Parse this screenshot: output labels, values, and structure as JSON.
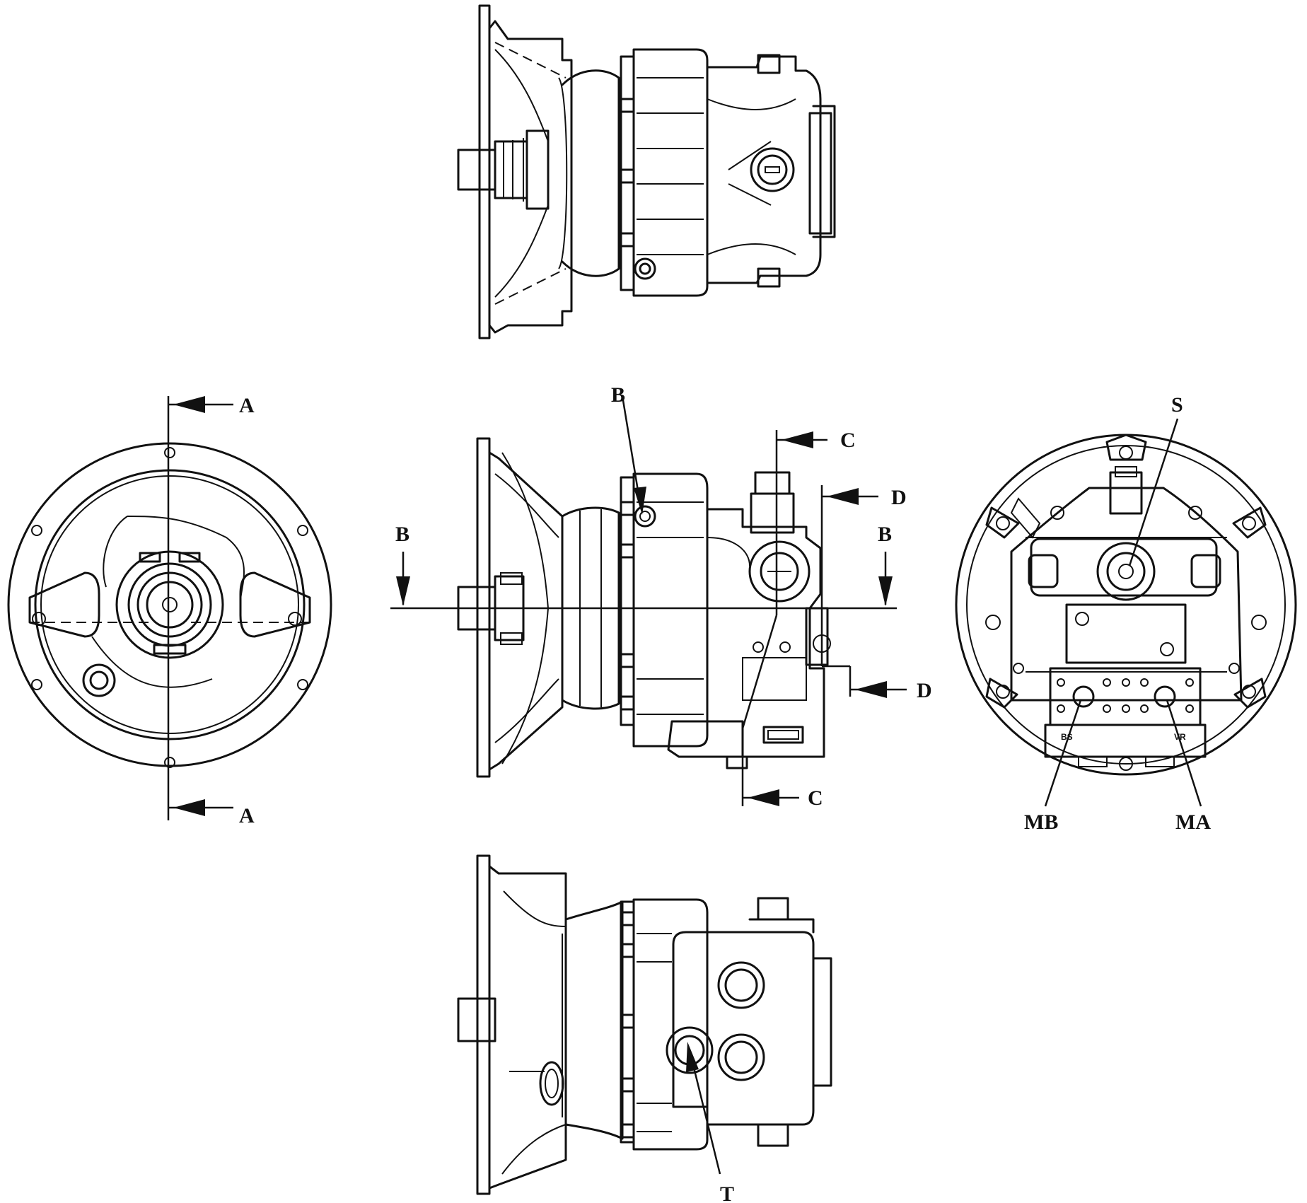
{
  "labels": {
    "section_a": "A",
    "section_b": "B",
    "section_c": "C",
    "section_d": "D",
    "port_s": "S",
    "port_mb": "MB",
    "port_ma": "MA",
    "port_t": "T",
    "plate_b": "BS",
    "plate_a": "VR"
  },
  "colors": {
    "line": "#111111",
    "background": "#ffffff"
  }
}
